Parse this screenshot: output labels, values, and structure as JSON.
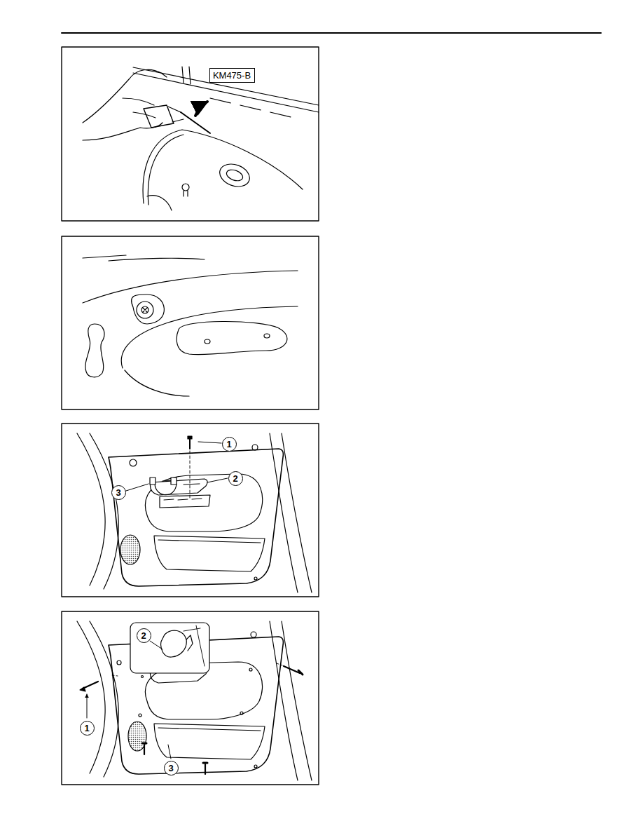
{
  "diagram": {
    "nodes": [
      {
        "text": [
          "KM475-B"
        ]
      },
      {
        "text": [
          "1"
        ]
      },
      {
        "text": [
          "2"
        ]
      },
      {
        "text": [
          "3"
        ]
      },
      {
        "text": [
          "2"
        ]
      },
      {
        "text": [
          "1"
        ]
      },
      {
        "text": [
          "3"
        ]
      }
    ]
  }
}
